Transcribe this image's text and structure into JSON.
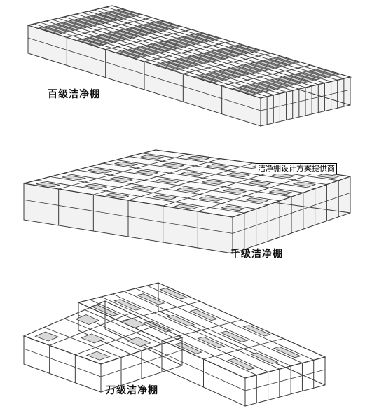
{
  "labels": {
    "class_100": "百级洁净棚",
    "class_1000": "千级洁净棚",
    "class_10000": "万级洁净棚"
  },
  "tag": "洁净棚设计方案提供商",
  "colors": {
    "line": "#3a3a3a",
    "panel": "#f2f2f2",
    "filter": "#d9d9d9"
  }
}
